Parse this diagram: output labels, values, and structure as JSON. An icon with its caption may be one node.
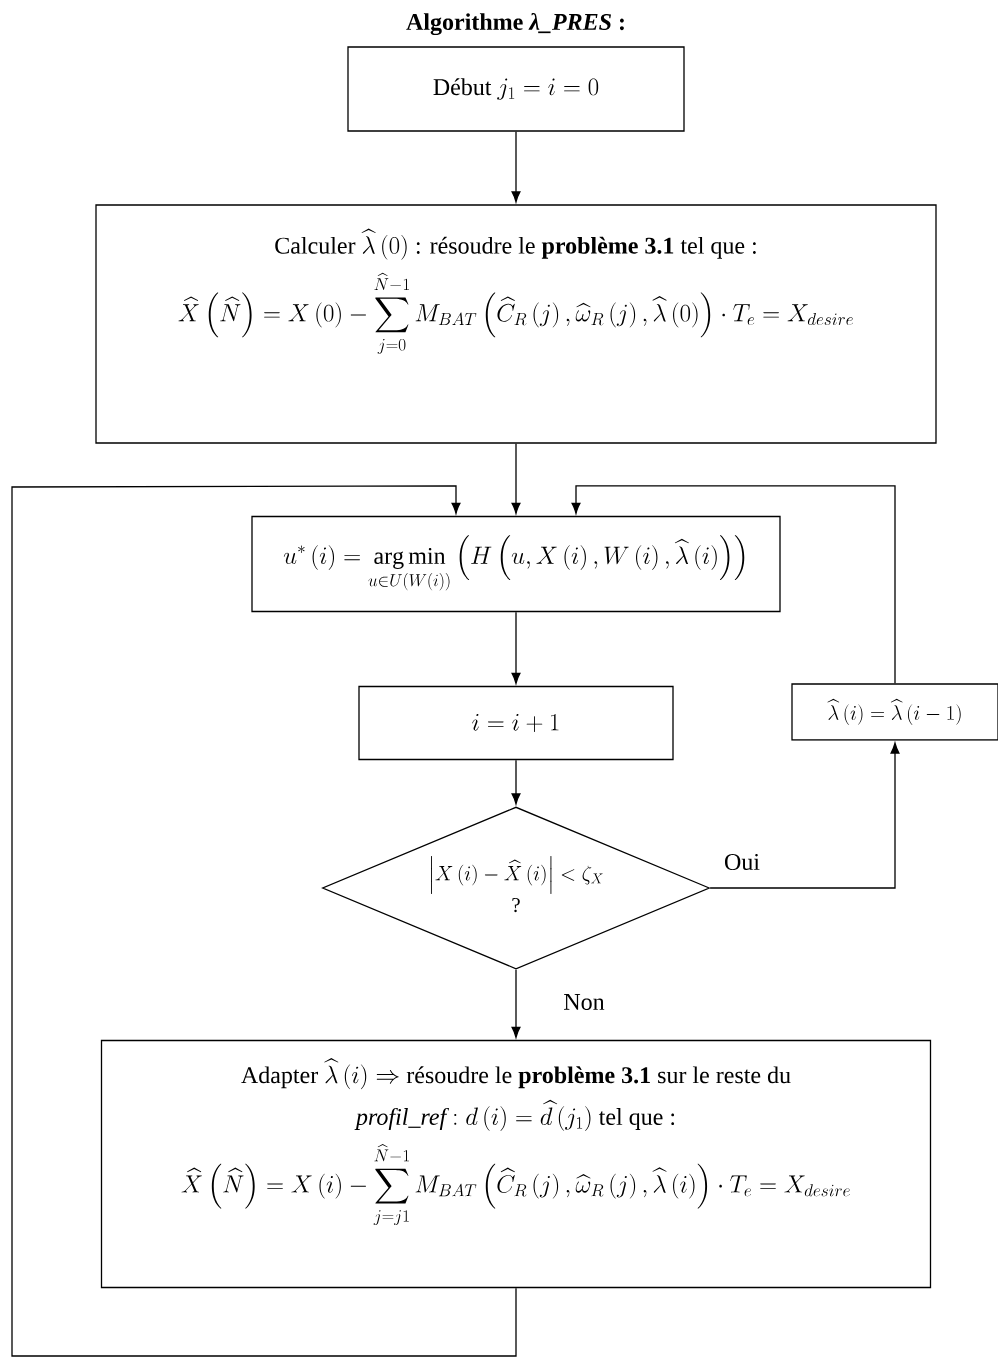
{
  "diagram": {
    "title": "**Algorithme** *λ_PRES* **:**",
    "nodes": [
      {
        "text": [
          "Début",
          "j_1 = i = 0"
        ]
      },
      {
        "text": [
          "Calculer",
          "\\widehat{\\lambda}\\left(0\\right)",
          ": résoudre le **problème 3.1** tel que :",
          "\\widehat{X}\\left(\\widehat{N}\\right) = X\\left(0\\right) - \\sum_{j=0}^{\\widehat{N}-1} M_{BAT}\\left(\\widehat{C}_R\\left(j\\right), \\widehat{\\omega}_R\\left(j\\right), \\widehat{\\lambda}\\left(0\\right)\\right)\\cdot T_e = X_{desire}"
        ]
      },
      {
        "text": [
          "u^{*}\\left(i\\right) = \\mathop{\\mathrm{arg\\,min}}\\limits_{u\\in U\\left(W\\left(i\\right)\\right)}\\left(H\\left(u, X\\left(i\\right), W\\left(i\\right), \\widehat{\\lambda}\\left(i\\right)\\right)\\right)"
        ]
      },
      {
        "text": [
          "i = i + 1"
        ]
      },
      {
        "text": [
          "\\left|X\\left(i\\right) - \\widehat{X}\\left(i\\right)\\right| < \\zeta_X",
          "?"
        ]
      },
      {
        "text": [
          "\\widehat{\\lambda}\\left(i\\right) = \\widehat{\\lambda}\\left(i-1\\right)"
        ]
      },
      {
        "text": [
          "Adapter",
          "\\widehat{\\lambda}\\left(i\\right)\\Rightarrow",
          "résoudre le **problème 3.1** sur le reste du",
          "profil_ref",
          ": d\\left(i\\right) = \\widehat{d}\\left(j_1\\right)",
          "tel que :",
          "\\widehat{X}\\left(\\widehat{N}\\right) = X\\left(i\\right) - \\sum_{j=j1}^{\\widehat{N}-1} M_{BAT}\\left(\\widehat{C}_R\\left(j\\right), \\widehat{\\omega}_R\\left(j\\right), \\widehat{\\lambda}\\left(i\\right)\\right)\\cdot T_e = X_{desire}"
        ]
      }
    ],
    "edges": [
      {
        "from": 0,
        "to": 1,
        "arrow": "to"
      },
      {
        "from": 1,
        "to": 2,
        "arrow": "to"
      },
      {
        "from": 2,
        "to": 3,
        "arrow": "to"
      },
      {
        "from": 3,
        "to": 4,
        "arrow": "to"
      },
      {
        "from": 4,
        "to": 5,
        "arrow": "to",
        "label": "Oui"
      },
      {
        "from": 5,
        "to": 2,
        "arrow": "to"
      },
      {
        "from": 4,
        "to": 6,
        "arrow": "to",
        "label": "Non"
      },
      {
        "from": 6,
        "to": 2,
        "arrow": "to"
      }
    ]
  }
}
